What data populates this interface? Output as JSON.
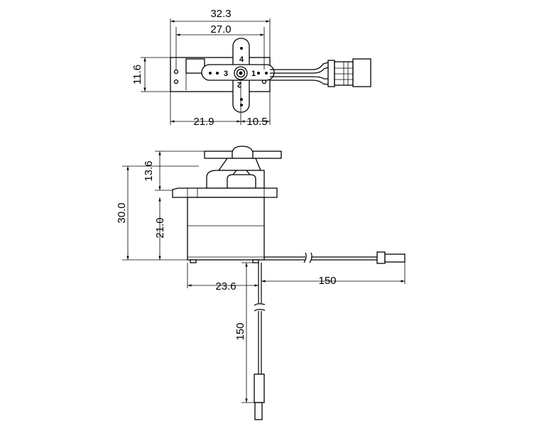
{
  "top_view": {
    "dims": {
      "overall_width": "32.3",
      "mount_width": "27.0",
      "height": "11.6",
      "left_offset": "21.9",
      "right_offset": "10.5"
    },
    "horn_labels": [
      "4",
      "1",
      "3",
      "2"
    ]
  },
  "side_view": {
    "dims": {
      "total_height": "30.0",
      "upper_height": "13.6",
      "body_height": "21.0",
      "body_width": "23.6",
      "cable_horizontal": "150",
      "cable_vertical": "150"
    }
  }
}
